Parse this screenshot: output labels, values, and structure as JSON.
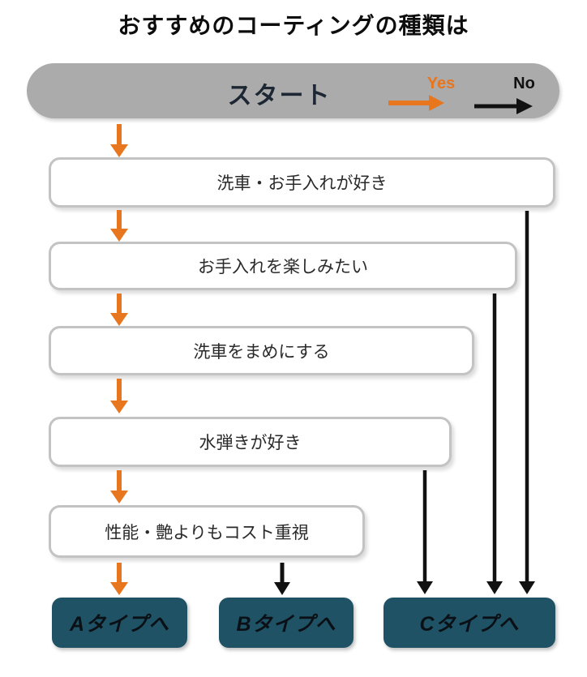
{
  "title": "おすすめのコーティングの種類は",
  "start": {
    "label": "スタート",
    "legend": {
      "yes": "Yes",
      "no": "No"
    }
  },
  "questions": [
    "洗車・お手入れが好き",
    "お手入れを楽しみたい",
    "洗車をまめにする",
    "水弾きが好き",
    "性能・艶よりもコスト重視"
  ],
  "results": [
    "Aタイプへ",
    "Bタイプへ",
    "Cタイプへ"
  ],
  "colors": {
    "yes_orange": "#e8761f",
    "no_black": "#111111",
    "start_bar_gray": "#ababab",
    "result_teal": "#1f5265",
    "box_border_gray": "#c3c3c3"
  }
}
